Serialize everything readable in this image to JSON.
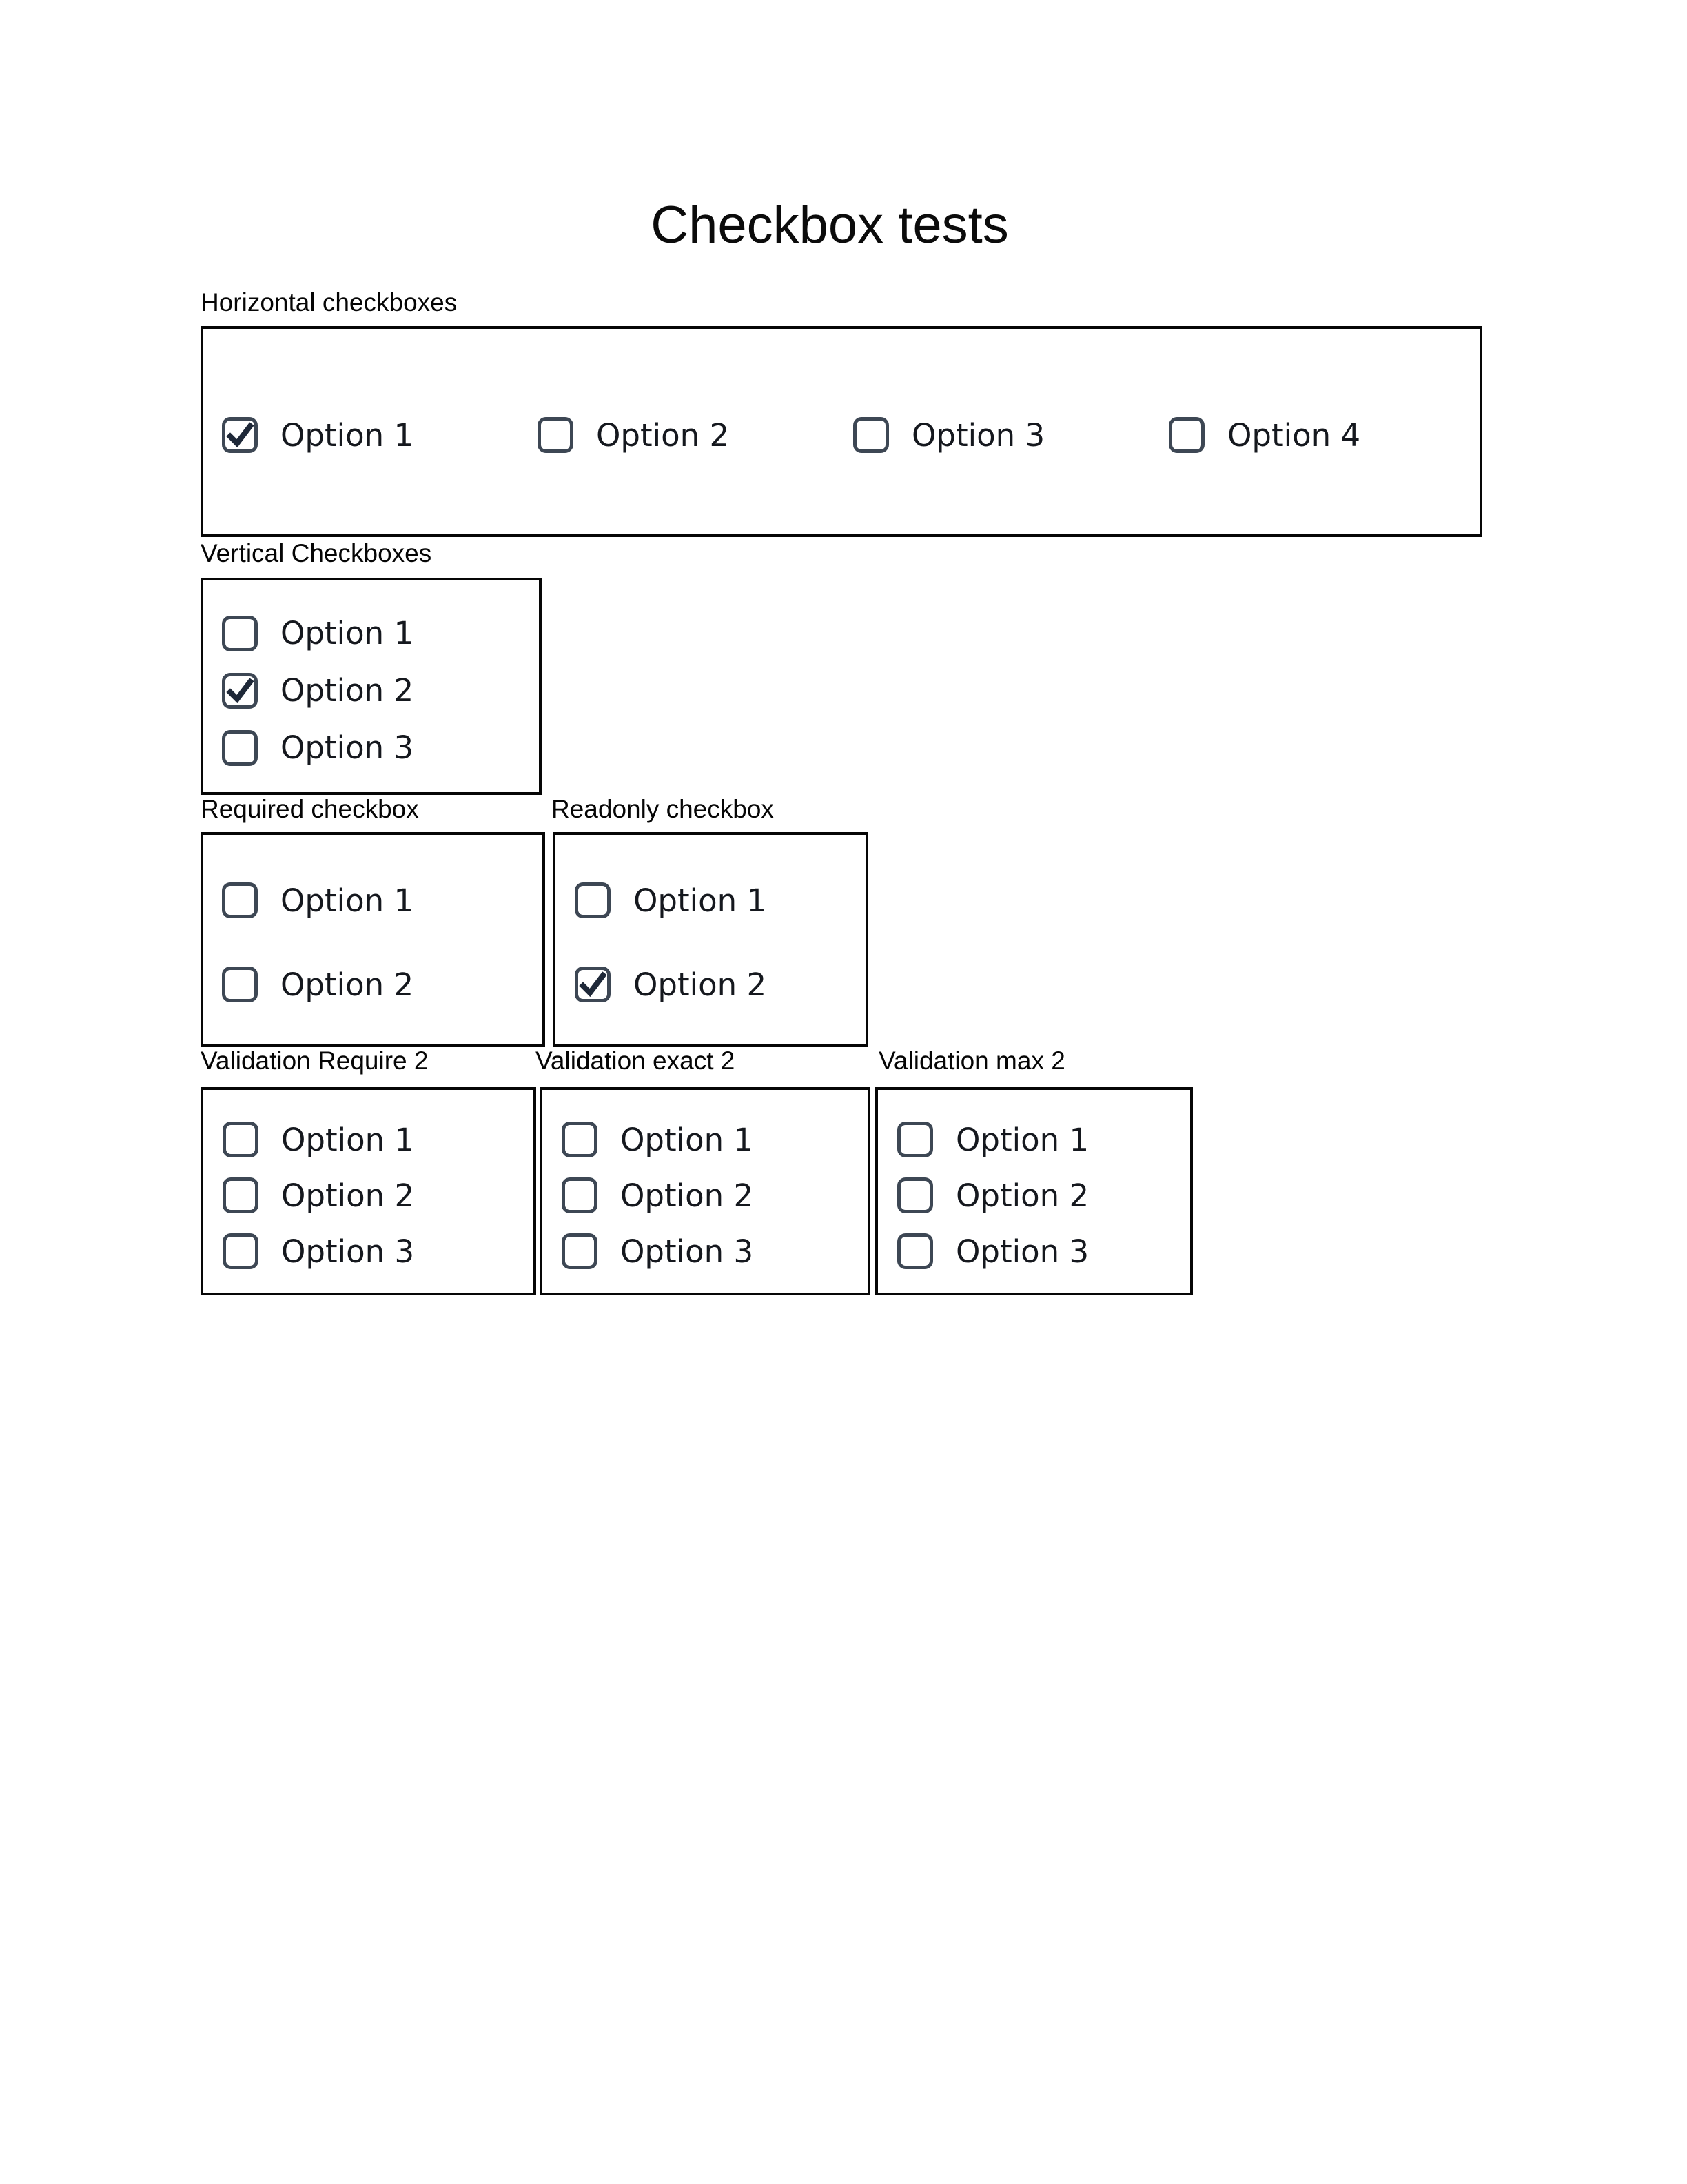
{
  "page": {
    "title": "Checkbox tests"
  },
  "colors": {
    "page_background": "#ffffff",
    "group_border": "#060606",
    "checkbox_border": "#3d4754",
    "checkbox_check": "#1e2838",
    "heading_text": "#050505",
    "option_text": "#15181e"
  },
  "sections": [
    {
      "label": "Horizontal checkboxes",
      "layout": "horizontal",
      "options": [
        {
          "label": "Option 1",
          "checked": true
        },
        {
          "label": "Option 2",
          "checked": false
        },
        {
          "label": "Option 3",
          "checked": false
        },
        {
          "label": "Option 4",
          "checked": false
        }
      ]
    },
    {
      "label": "Vertical Checkboxes",
      "layout": "vertical",
      "options": [
        {
          "label": "Option 1",
          "checked": false
        },
        {
          "label": "Option 2",
          "checked": true
        },
        {
          "label": "Option 3",
          "checked": false
        }
      ]
    },
    {
      "label": "Required checkbox",
      "layout": "vertical",
      "options": [
        {
          "label": "Option 1",
          "checked": false
        },
        {
          "label": "Option 2",
          "checked": false
        }
      ]
    },
    {
      "label": "Readonly checkbox",
      "layout": "vertical",
      "options": [
        {
          "label": "Option 1",
          "checked": false
        },
        {
          "label": "Option 2",
          "checked": true
        }
      ]
    },
    {
      "label": "Validation Require 2",
      "layout": "vertical",
      "options": [
        {
          "label": "Option 1",
          "checked": false
        },
        {
          "label": "Option 2",
          "checked": false
        },
        {
          "label": "Option 3",
          "checked": false
        }
      ]
    },
    {
      "label": "Validation exact 2",
      "layout": "vertical",
      "options": [
        {
          "label": "Option 1",
          "checked": false
        },
        {
          "label": "Option 2",
          "checked": false
        },
        {
          "label": "Option 3",
          "checked": false
        }
      ]
    },
    {
      "label": "Validation max 2",
      "layout": "vertical",
      "options": [
        {
          "label": "Option 1",
          "checked": false
        },
        {
          "label": "Option 2",
          "checked": false
        },
        {
          "label": "Option 3",
          "checked": false
        }
      ]
    }
  ]
}
